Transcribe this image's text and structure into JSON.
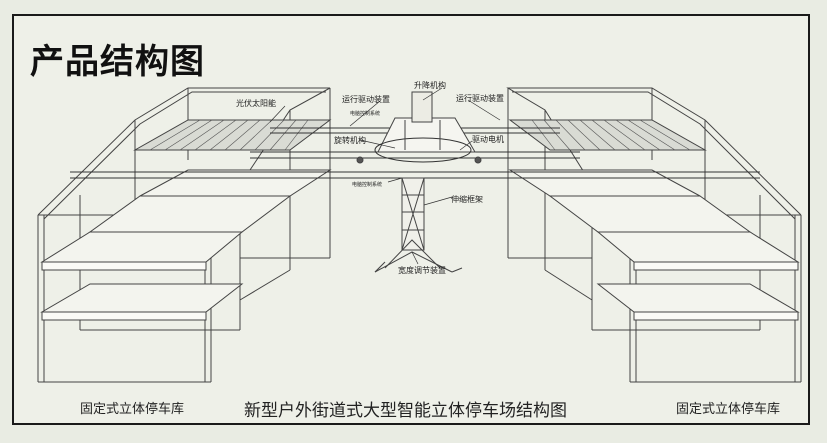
{
  "title": "产品结构图",
  "captions": {
    "main": "新型户外街道式大型智能立体停车场结构图",
    "left": "固定式立体停车库",
    "right": "固定式立体停车库"
  },
  "labels": {
    "solar_panel": "光伏太阳能",
    "run_drive_left": "运行驱动装置",
    "control_left": "电脑控制系统",
    "lift_mechanism": "升降机构",
    "run_drive_right": "运行驱动装置",
    "rotation": "旋转机构",
    "drive_motor": "驱动电机",
    "control_mid": "电脑控制系统",
    "telescopic_frame": "伸缩框架",
    "width_adjust": "宽度调节装置"
  }
}
